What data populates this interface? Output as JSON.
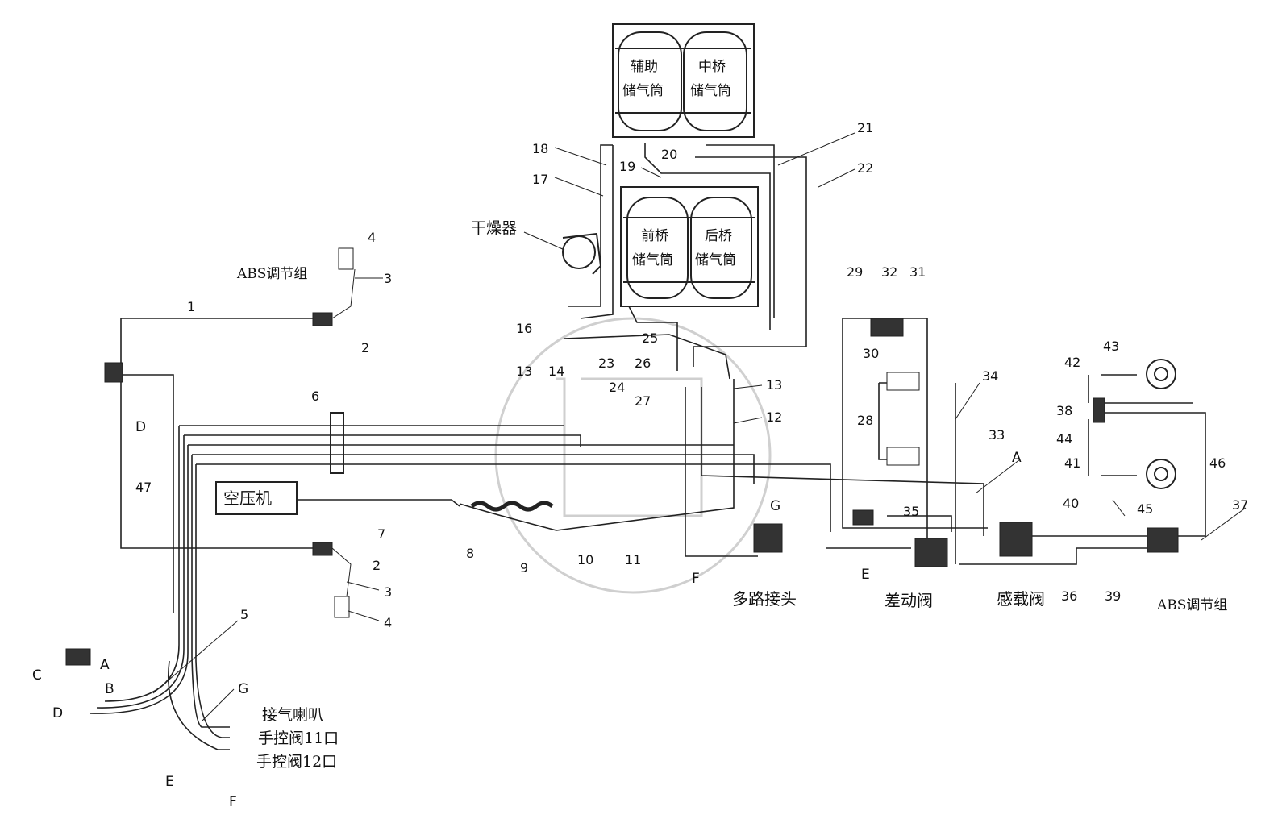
{
  "tanks": {
    "aux": [
      "辅助",
      "储气筒"
    ],
    "mid": [
      "中桥",
      "储气筒"
    ],
    "front": [
      "前桥",
      "储气筒"
    ],
    "rear": [
      "后桥",
      "储气筒"
    ]
  },
  "components": {
    "dryer": "干燥器",
    "compressor": "空压机",
    "abs_left": "ABS调节组",
    "abs_right": "ABS调节组",
    "manifold": "多路接头",
    "diff_valve": "差动阀",
    "load_valve": "感载阀",
    "horn": "接气喇叭",
    "hand_valve_11": "手控阀11口",
    "hand_valve_12": "手控阀12口"
  },
  "numbers": {
    "n1": "1",
    "n2a": "2",
    "n2b": "2",
    "n3a": "3",
    "n3b": "3",
    "n4a": "4",
    "n4b": "4",
    "n5": "5",
    "n6": "6",
    "n7": "7",
    "n8": "8",
    "n9": "9",
    "n10": "10",
    "n11": "11",
    "n12": "12",
    "n13a": "13",
    "n13b": "13",
    "n14": "14",
    "n16": "16",
    "n17": "17",
    "n18": "18",
    "n19": "19",
    "n20": "20",
    "n21": "21",
    "n22": "22",
    "n23": "23",
    "n24": "24",
    "n25": "25",
    "n26": "26",
    "n27": "27",
    "n28": "28",
    "n29": "29",
    "n30": "30",
    "n31": "31",
    "n32": "32",
    "n33": "33",
    "n34": "34",
    "n35": "35",
    "n36": "36",
    "n37": "37",
    "n38": "38",
    "n39": "39",
    "n40": "40",
    "n41": "41",
    "n42": "42",
    "n43": "43",
    "n44": "44",
    "n45": "45",
    "n46": "46",
    "n47": "47"
  },
  "letters": {
    "A_right": "A",
    "A_left": "A",
    "B": "B",
    "C": "C",
    "D_left": "D",
    "D_top": "D",
    "E_right": "E",
    "E_bottom": "E",
    "F_mid": "F",
    "F_bottom": "F",
    "G_mid": "G",
    "G_bottom": "G"
  }
}
